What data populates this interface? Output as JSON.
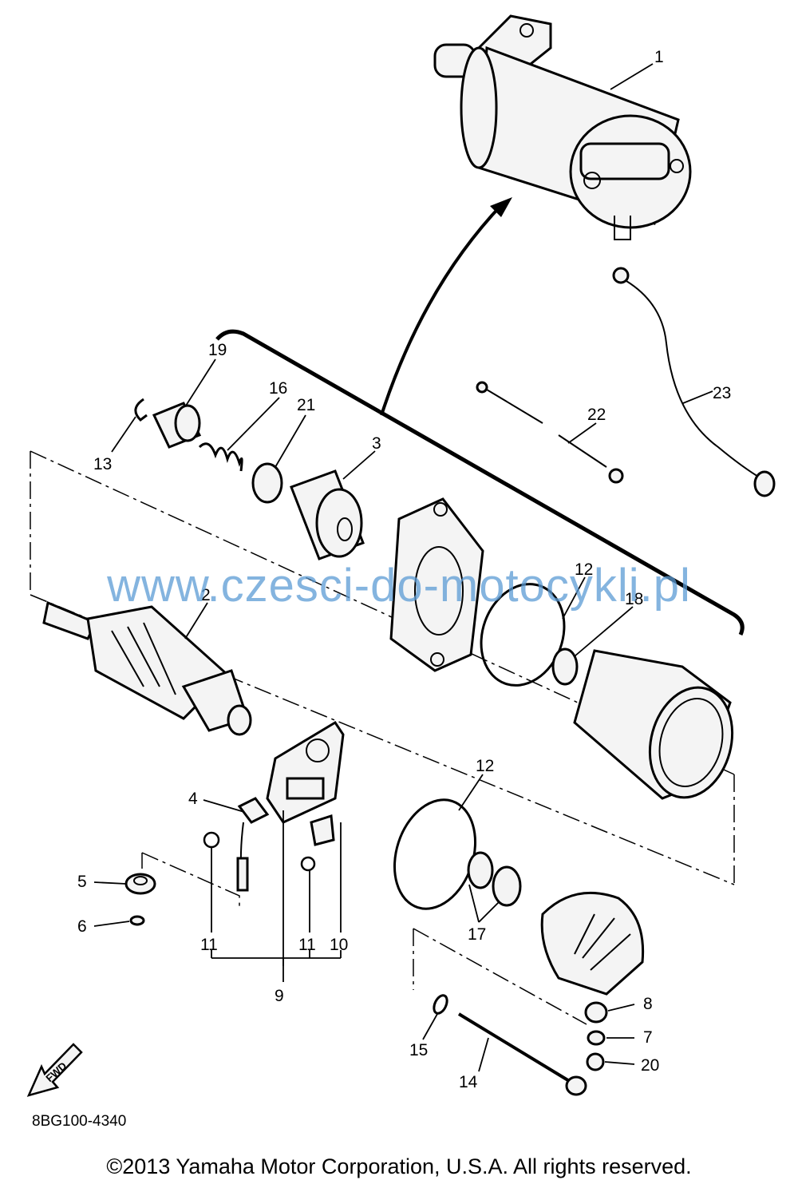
{
  "diagram": {
    "watermark": "www.czesci-do-motocykli.pl",
    "diagram_code": "8BG100-4340",
    "copyright": "©2013 Yamaha Motor Corporation, U.S.A. All rights reserved.",
    "fwd_label": "FWD",
    "callouts": {
      "c1": "1",
      "c2": "2",
      "c3": "3",
      "c4": "4",
      "c5": "5",
      "c6": "6",
      "c7": "7",
      "c8": "8",
      "c9": "9",
      "c10": "10",
      "c11a": "11",
      "c11b": "11",
      "c12a": "12",
      "c12b": "12",
      "c13": "13",
      "c14": "14",
      "c15": "15",
      "c16": "16",
      "c17": "17",
      "c18": "18",
      "c19": "19",
      "c20": "20",
      "c21": "21",
      "c22": "22",
      "c23": "23"
    }
  }
}
